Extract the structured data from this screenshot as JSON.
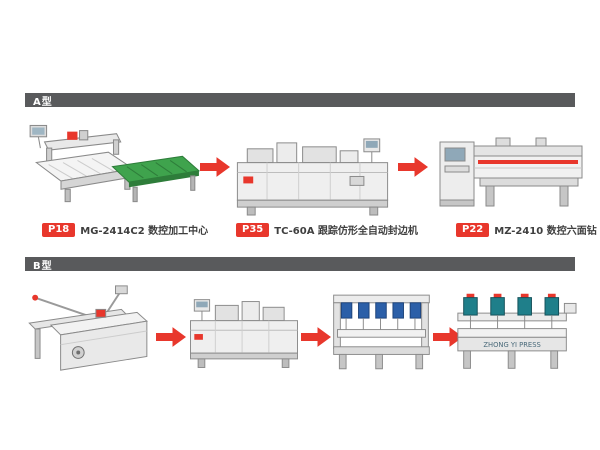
{
  "colors": {
    "accent_red": "#e8372c",
    "header_bar": "#595a5c",
    "machine_green": "#3fa34d",
    "machine_green_dark": "#2e7d3a",
    "machine_blue": "#2b5fa8",
    "machine_teal": "#1f7f8a",
    "caption_text": "#3f3f3f"
  },
  "sections": {
    "a": {
      "label": "A型",
      "machines": [
        {
          "badge": "P18",
          "name": "MG-2414C2 数控加工中心",
          "machine": "cnc-nesting-center-with-conveyor"
        },
        {
          "badge": "P35",
          "name": "TC-60A 跟踪仿形全自动封边机",
          "machine": "automatic-edge-bander"
        },
        {
          "badge": "P22",
          "name": "MZ-2410 数控六面钻",
          "machine": "cnc-six-side-drill"
        }
      ]
    },
    "b": {
      "label": "B型",
      "machines": [
        {
          "machine": "sliding-table-panel-saw"
        },
        {
          "machine": "edge-bander"
        },
        {
          "machine": "multi-row-boring-machine"
        },
        {
          "machine": "line-boring-machine",
          "brand_text": "ZHONG YI PRESS"
        }
      ]
    }
  },
  "icons": {
    "flow_arrow": "right-arrow"
  }
}
